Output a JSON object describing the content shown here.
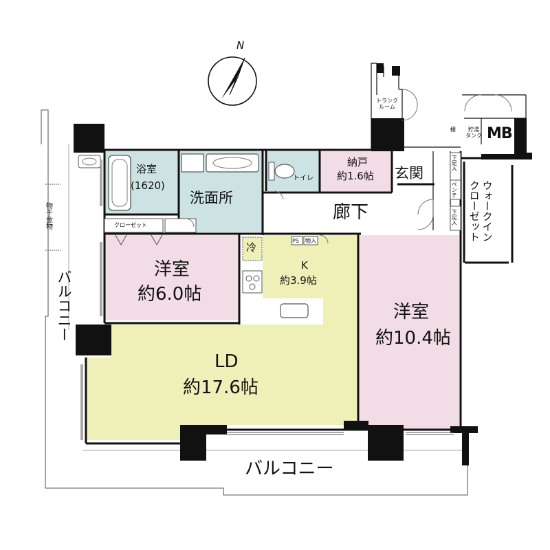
{
  "compass": {
    "label": "N"
  },
  "rooms": {
    "bath": {
      "name": "浴室",
      "size": "(1620)"
    },
    "washroom": {
      "name": "洗面所"
    },
    "toilet": {
      "name": "トイレ"
    },
    "storage": {
      "name": "納戸",
      "size": "約1.6帖"
    },
    "entrance": {
      "name": "玄関"
    },
    "hallway": {
      "name": "廊下"
    },
    "wic": {
      "name": "ウォークイン\nクローゼット"
    },
    "mb": {
      "name": "MB"
    },
    "trunk_room": {
      "name": "トランク\nルーム"
    },
    "west_room": {
      "name": "洋室",
      "size": "約6.0帖"
    },
    "kitchen": {
      "name": "K",
      "size": "約3.9帖"
    },
    "east_room": {
      "name": "洋室",
      "size": "約10.4帖"
    },
    "living": {
      "name": "LD",
      "size": "約17.6帖"
    }
  },
  "fixtures": {
    "closet": "クローゼット",
    "fridge": "冷",
    "ps": "PS",
    "storage_small": "物入",
    "shoe_cabinet_1": "下足入",
    "shoe_cabinet_2": "下足入",
    "bench": "ベンチ",
    "shelf": "棚",
    "tank": "貯湯\nタンク",
    "clothes_hanger": "物干金物"
  },
  "balconies": {
    "west": "バルコニー",
    "south": "バルコニー"
  },
  "colors": {
    "water_rooms": "#cde3e3",
    "storage_room": "#f2dce6",
    "bedrooms": "#f2dce6",
    "living": "#eef0b8",
    "wall": "#111111"
  }
}
